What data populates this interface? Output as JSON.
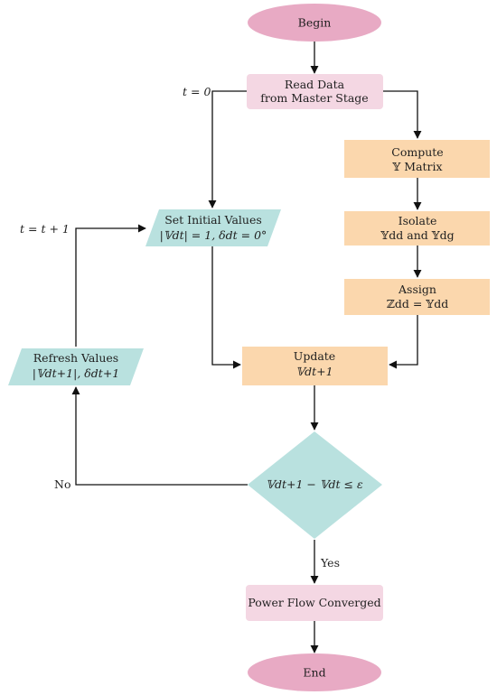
{
  "colors": {
    "pink_oval": "#e8aac4",
    "pink_box": "#f4d7e3",
    "orange_box": "#fbd7ad",
    "teal": "#b9e1df",
    "line": "#111111"
  },
  "nodes": {
    "begin": "Begin",
    "read_data": [
      "Read Data",
      "from Master Stage"
    ],
    "compute": [
      "Compute",
      "𝕐 Matrix"
    ],
    "isolate": [
      "Isolate",
      "𝕐dd and 𝕐dg"
    ],
    "assign": [
      "Assign",
      "ℤdd = 𝕐dd"
    ],
    "set_initial": [
      "Set Initial Values",
      "|𝕍dt| = 1, δdt = 0°"
    ],
    "refresh": [
      "Refresh Values",
      "|𝕍dt+1|, δdt+1"
    ],
    "update": [
      "Update",
      "𝕍dt+1"
    ],
    "decision": "𝕍dt+1 − 𝕍dt ≤ ε",
    "converged": "Power Flow Converged",
    "end": "End"
  },
  "edge_labels": {
    "t0": "t = 0",
    "t_inc": "t = t + 1",
    "no": "No",
    "yes": "Yes"
  }
}
